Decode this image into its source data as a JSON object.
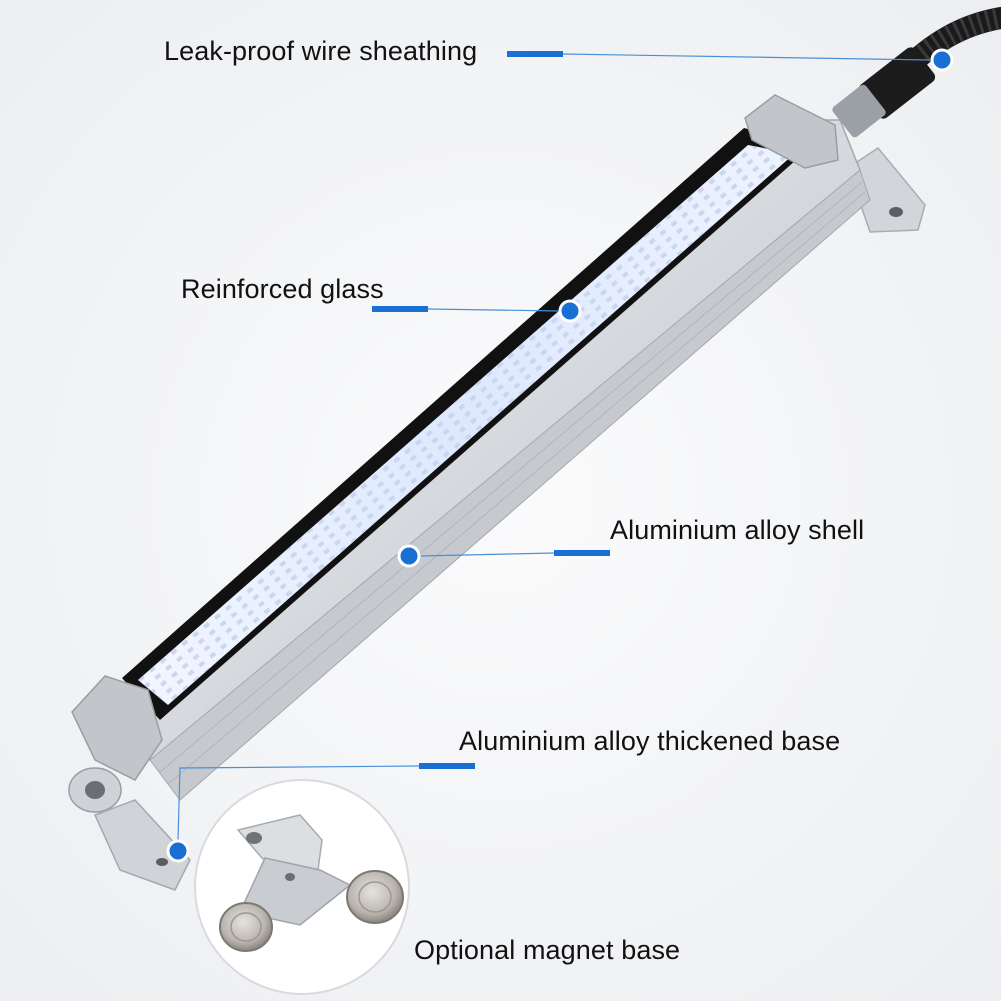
{
  "callouts": {
    "wire_sheathing": "Leak-proof wire sheathing",
    "reinforced_glass": "Reinforced glass",
    "shell": "Aluminium alloy shell",
    "thickened_base": "Aluminium alloy thickened base",
    "magnet_base": "Optional magnet base"
  },
  "colors": {
    "accent": "#1a6fd4",
    "leader_line": "#4a90d9",
    "background": "#f4f5f7",
    "housing": "#d9dce0",
    "led_panel": "#e6efff",
    "frame": "#111111"
  },
  "icons": [
    "led-light-bar-illustration",
    "magnet-base-illustration",
    "callout-dot-icon"
  ]
}
